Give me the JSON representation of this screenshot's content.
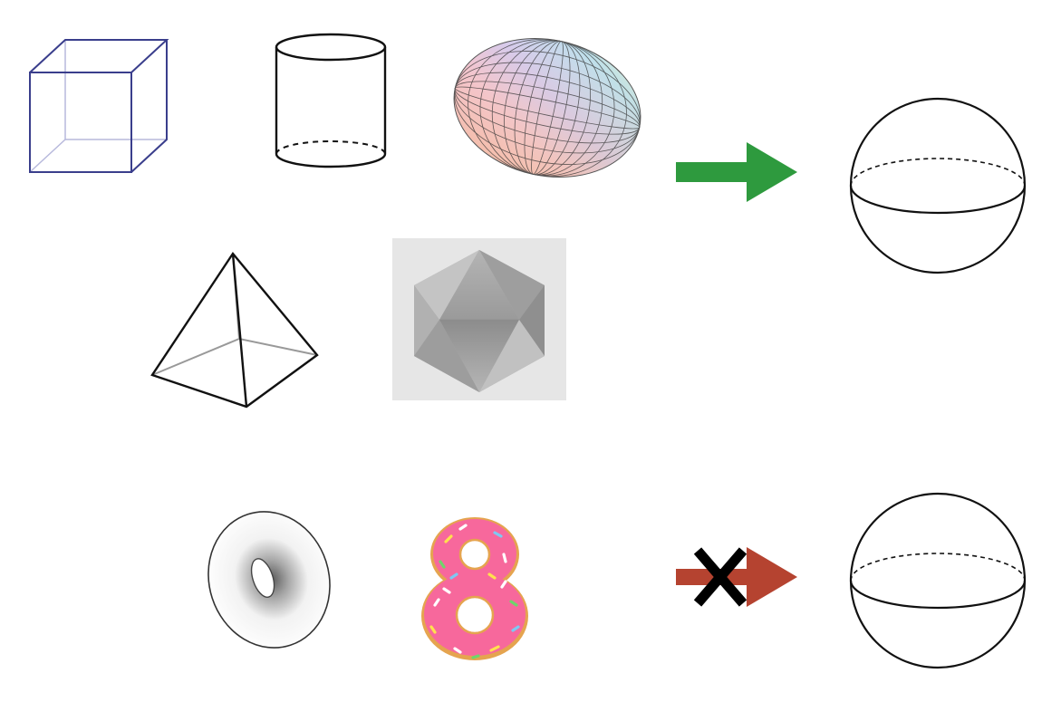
{
  "figure": {
    "rows": [
      {
        "name": "row-top",
        "shapes": [
          "cube",
          "cylinder",
          "ellipsoid"
        ],
        "arrow": "green-arrow",
        "crossed": false,
        "result": "sphere"
      },
      {
        "name": "row-middle",
        "shapes": [
          "pyramid",
          "icosahedron"
        ]
      },
      {
        "name": "row-bottom",
        "shapes": [
          "torus",
          "figure-eight-donut"
        ],
        "arrow": "red-arrow",
        "crossed": true,
        "result": "sphere"
      }
    ]
  },
  "colors": {
    "cube_edges": "#3a3e8c",
    "arrow_green": "#2e9a3e",
    "arrow_red": "#b54330",
    "cross": "#000000",
    "icosahedron_background": "#e6e6e6",
    "donut_icing": "#f7689c",
    "donut_dough": "#e5a44f",
    "outline": "#111111"
  },
  "icons": {
    "cube": "cube-icon",
    "cylinder": "cylinder-icon",
    "ellipsoid": "ellipsoid-icon",
    "pyramid": "pyramid-icon",
    "icosahedron": "icosahedron-icon",
    "torus": "torus-icon",
    "figure_eight": "figure-eight-donut-icon",
    "sphere": "sphere-icon",
    "arrow_yes": "green-arrow-icon",
    "arrow_no": "red-arrow-crossed-icon"
  }
}
